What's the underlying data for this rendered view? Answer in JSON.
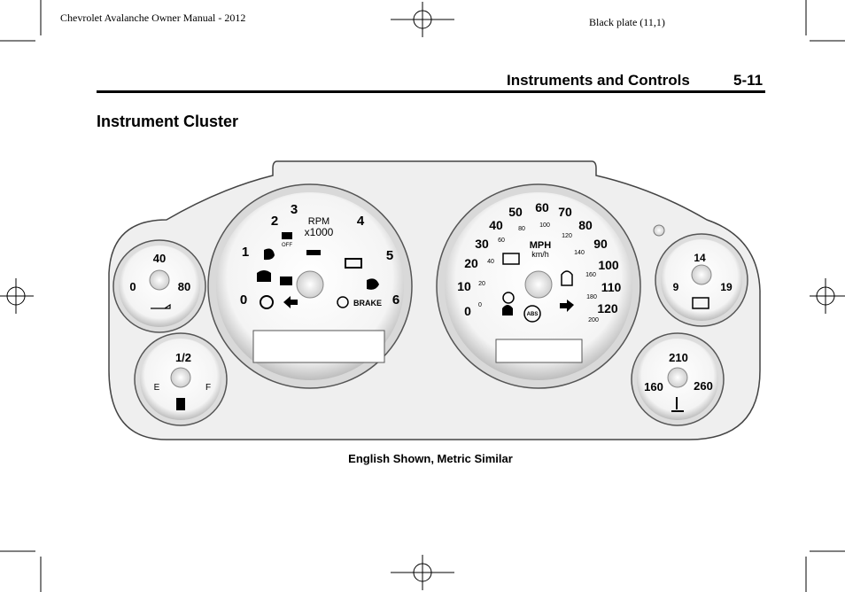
{
  "header": {
    "running_left": "Chevrolet Avalanche Owner Manual - 2012",
    "running_right": "Black plate (11,1)",
    "section_title": "Instruments and Controls",
    "page_number": "5-11"
  },
  "heading": "Instrument Cluster",
  "caption": "English Shown, Metric Similar",
  "cluster": {
    "oil_pressure": {
      "ticks": [
        "0",
        "40",
        "80"
      ]
    },
    "fuel": {
      "ticks": [
        "E",
        "1/2",
        "F"
      ]
    },
    "tachometer": {
      "units": "RPM",
      "multiplier": "x1000",
      "ticks": [
        "0",
        "1",
        "2",
        "3",
        "4",
        "5",
        "6"
      ]
    },
    "speedometer": {
      "units_major": "MPH",
      "units_minor": "km/h",
      "mph_ticks": [
        "0",
        "10",
        "20",
        "30",
        "40",
        "50",
        "60",
        "70",
        "80",
        "90",
        "100",
        "110",
        "120"
      ],
      "kmh_ticks": [
        "0",
        "20",
        "40",
        "60",
        "80",
        "100",
        "120",
        "140",
        "160",
        "180",
        "200"
      ]
    },
    "voltmeter": {
      "ticks": [
        "9",
        "14",
        "19"
      ]
    },
    "temperature": {
      "ticks": [
        "160",
        "210",
        "260"
      ]
    },
    "indicators": {
      "traction_off": "OFF",
      "brake": "BRAKE",
      "abs": "ABS"
    }
  }
}
